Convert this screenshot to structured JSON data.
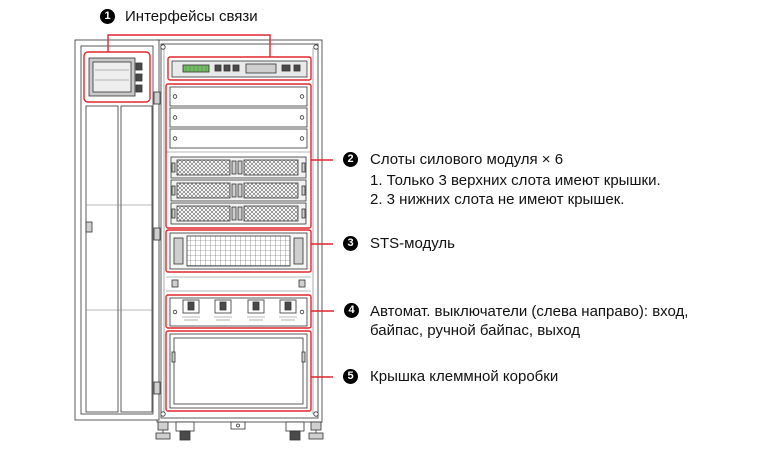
{
  "colors": {
    "highlight": "#e2262e",
    "badge": "#000000",
    "text": "#111111",
    "outline": "#333333"
  },
  "callouts": [
    {
      "number": "1",
      "lines": [
        "Интерфейсы связи"
      ]
    },
    {
      "number": "2",
      "lines": [
        "Слоты силового модуля × 6",
        "1. Только 3 верхних слота имеют крышки.",
        "2. 3 нижних слота не имеют крышек."
      ]
    },
    {
      "number": "3",
      "lines": [
        "STS-модуль"
      ]
    },
    {
      "number": "4",
      "lines": [
        "Автомат. выключатели (слева направо): вход,",
        "байпас, ручной байпас, выход"
      ]
    },
    {
      "number": "5",
      "lines": [
        "Крышка клеммной коробки"
      ]
    }
  ]
}
